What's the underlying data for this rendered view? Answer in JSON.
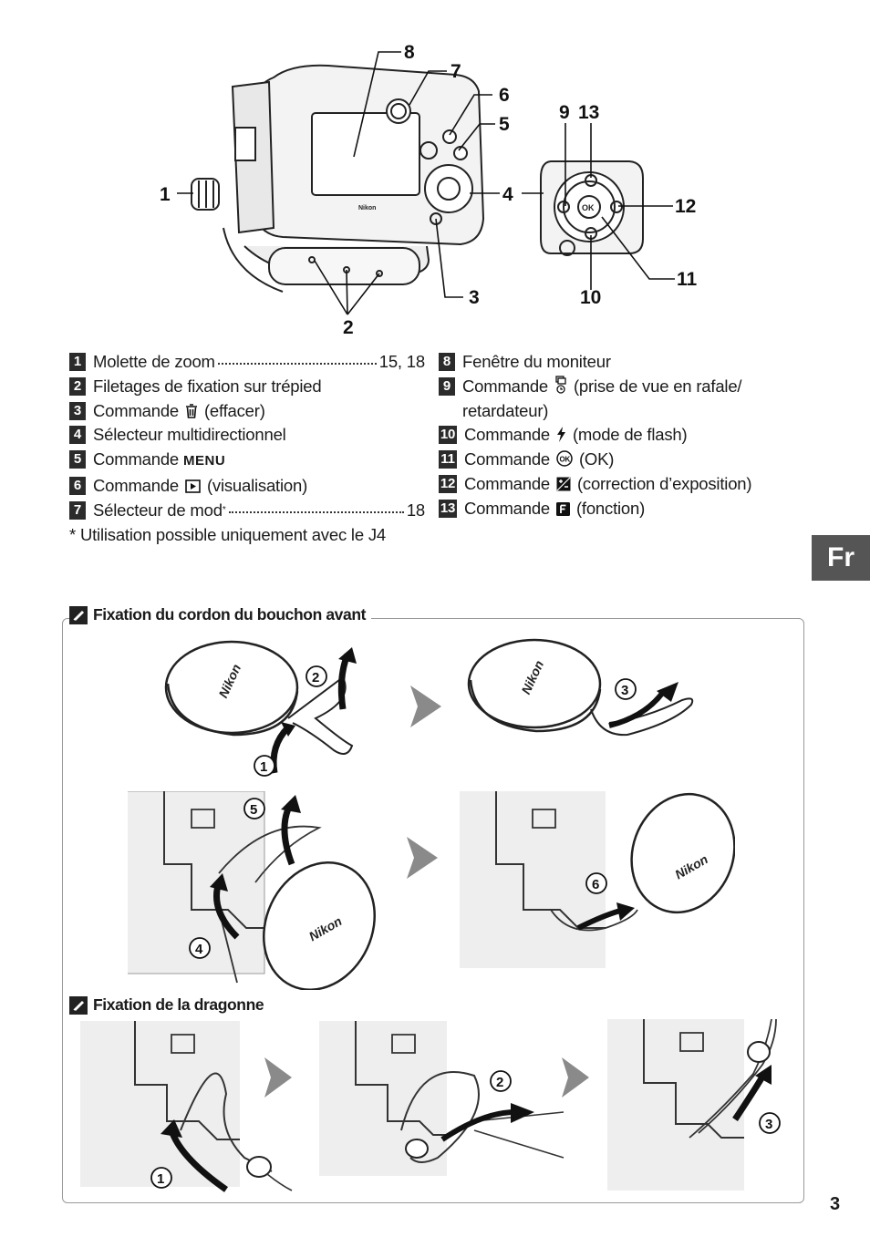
{
  "diagram_labels": [
    "1",
    "2",
    "3",
    "4",
    "5",
    "6",
    "7",
    "8",
    "9",
    "10",
    "11",
    "12",
    "13"
  ],
  "legend_left": [
    {
      "num": "1",
      "text": "Molette de zoom",
      "pages": "15, 18"
    },
    {
      "num": "2",
      "text": "Filetages de fixation sur trépied"
    },
    {
      "num": "3",
      "text_before": "Commande",
      "text_after": "(effacer)",
      "icon": "trash-icon"
    },
    {
      "num": "4",
      "text": "Sélecteur multidirectionnel"
    },
    {
      "num": "5",
      "text_before": "Commande",
      "menu_word": "MENU"
    },
    {
      "num": "6",
      "text_before": "Commande",
      "text_after": "(visualisation)",
      "icon": "playback-icon"
    },
    {
      "num": "7",
      "text": "Sélecteur de mod",
      "sup": "*",
      "pages": "18"
    }
  ],
  "footnote": "* Utilisation possible uniquement avec le J4",
  "legend_right": [
    {
      "num": "8",
      "text": "Fenêtre du moniteur"
    },
    {
      "num": "9",
      "text_before": "Commande",
      "text_after": "(prise de vue en rafale/",
      "text_cont": "retardateur)",
      "icon": "continuous-self-timer-icon"
    },
    {
      "num": "10",
      "text_before": "Commande",
      "text_after": "(mode de flash)",
      "icon": "flash-icon"
    },
    {
      "num": "11",
      "text_before": "Commande",
      "text_after": "(OK)",
      "icon": "ok-icon"
    },
    {
      "num": "12",
      "text_before": "Commande",
      "text_after": "(correction d’exposition)",
      "icon": "exposure-comp-icon"
    },
    {
      "num": "13",
      "text_before": "Commande",
      "text_after": "(fonction)",
      "icon": "function-icon"
    }
  ],
  "language_tab": "Fr",
  "section1_title": "Fixation du cordon du bouchon avant",
  "section2_title": "Fixation de la dragonne",
  "cap_brand": "Nikon",
  "step_numbers": [
    "1",
    "2",
    "3",
    "4",
    "5",
    "6"
  ],
  "page_number": "3",
  "colors": {
    "tab": "#555555",
    "number_box": "#2b2b2b",
    "arrow_gray": "#8a8a8a"
  }
}
